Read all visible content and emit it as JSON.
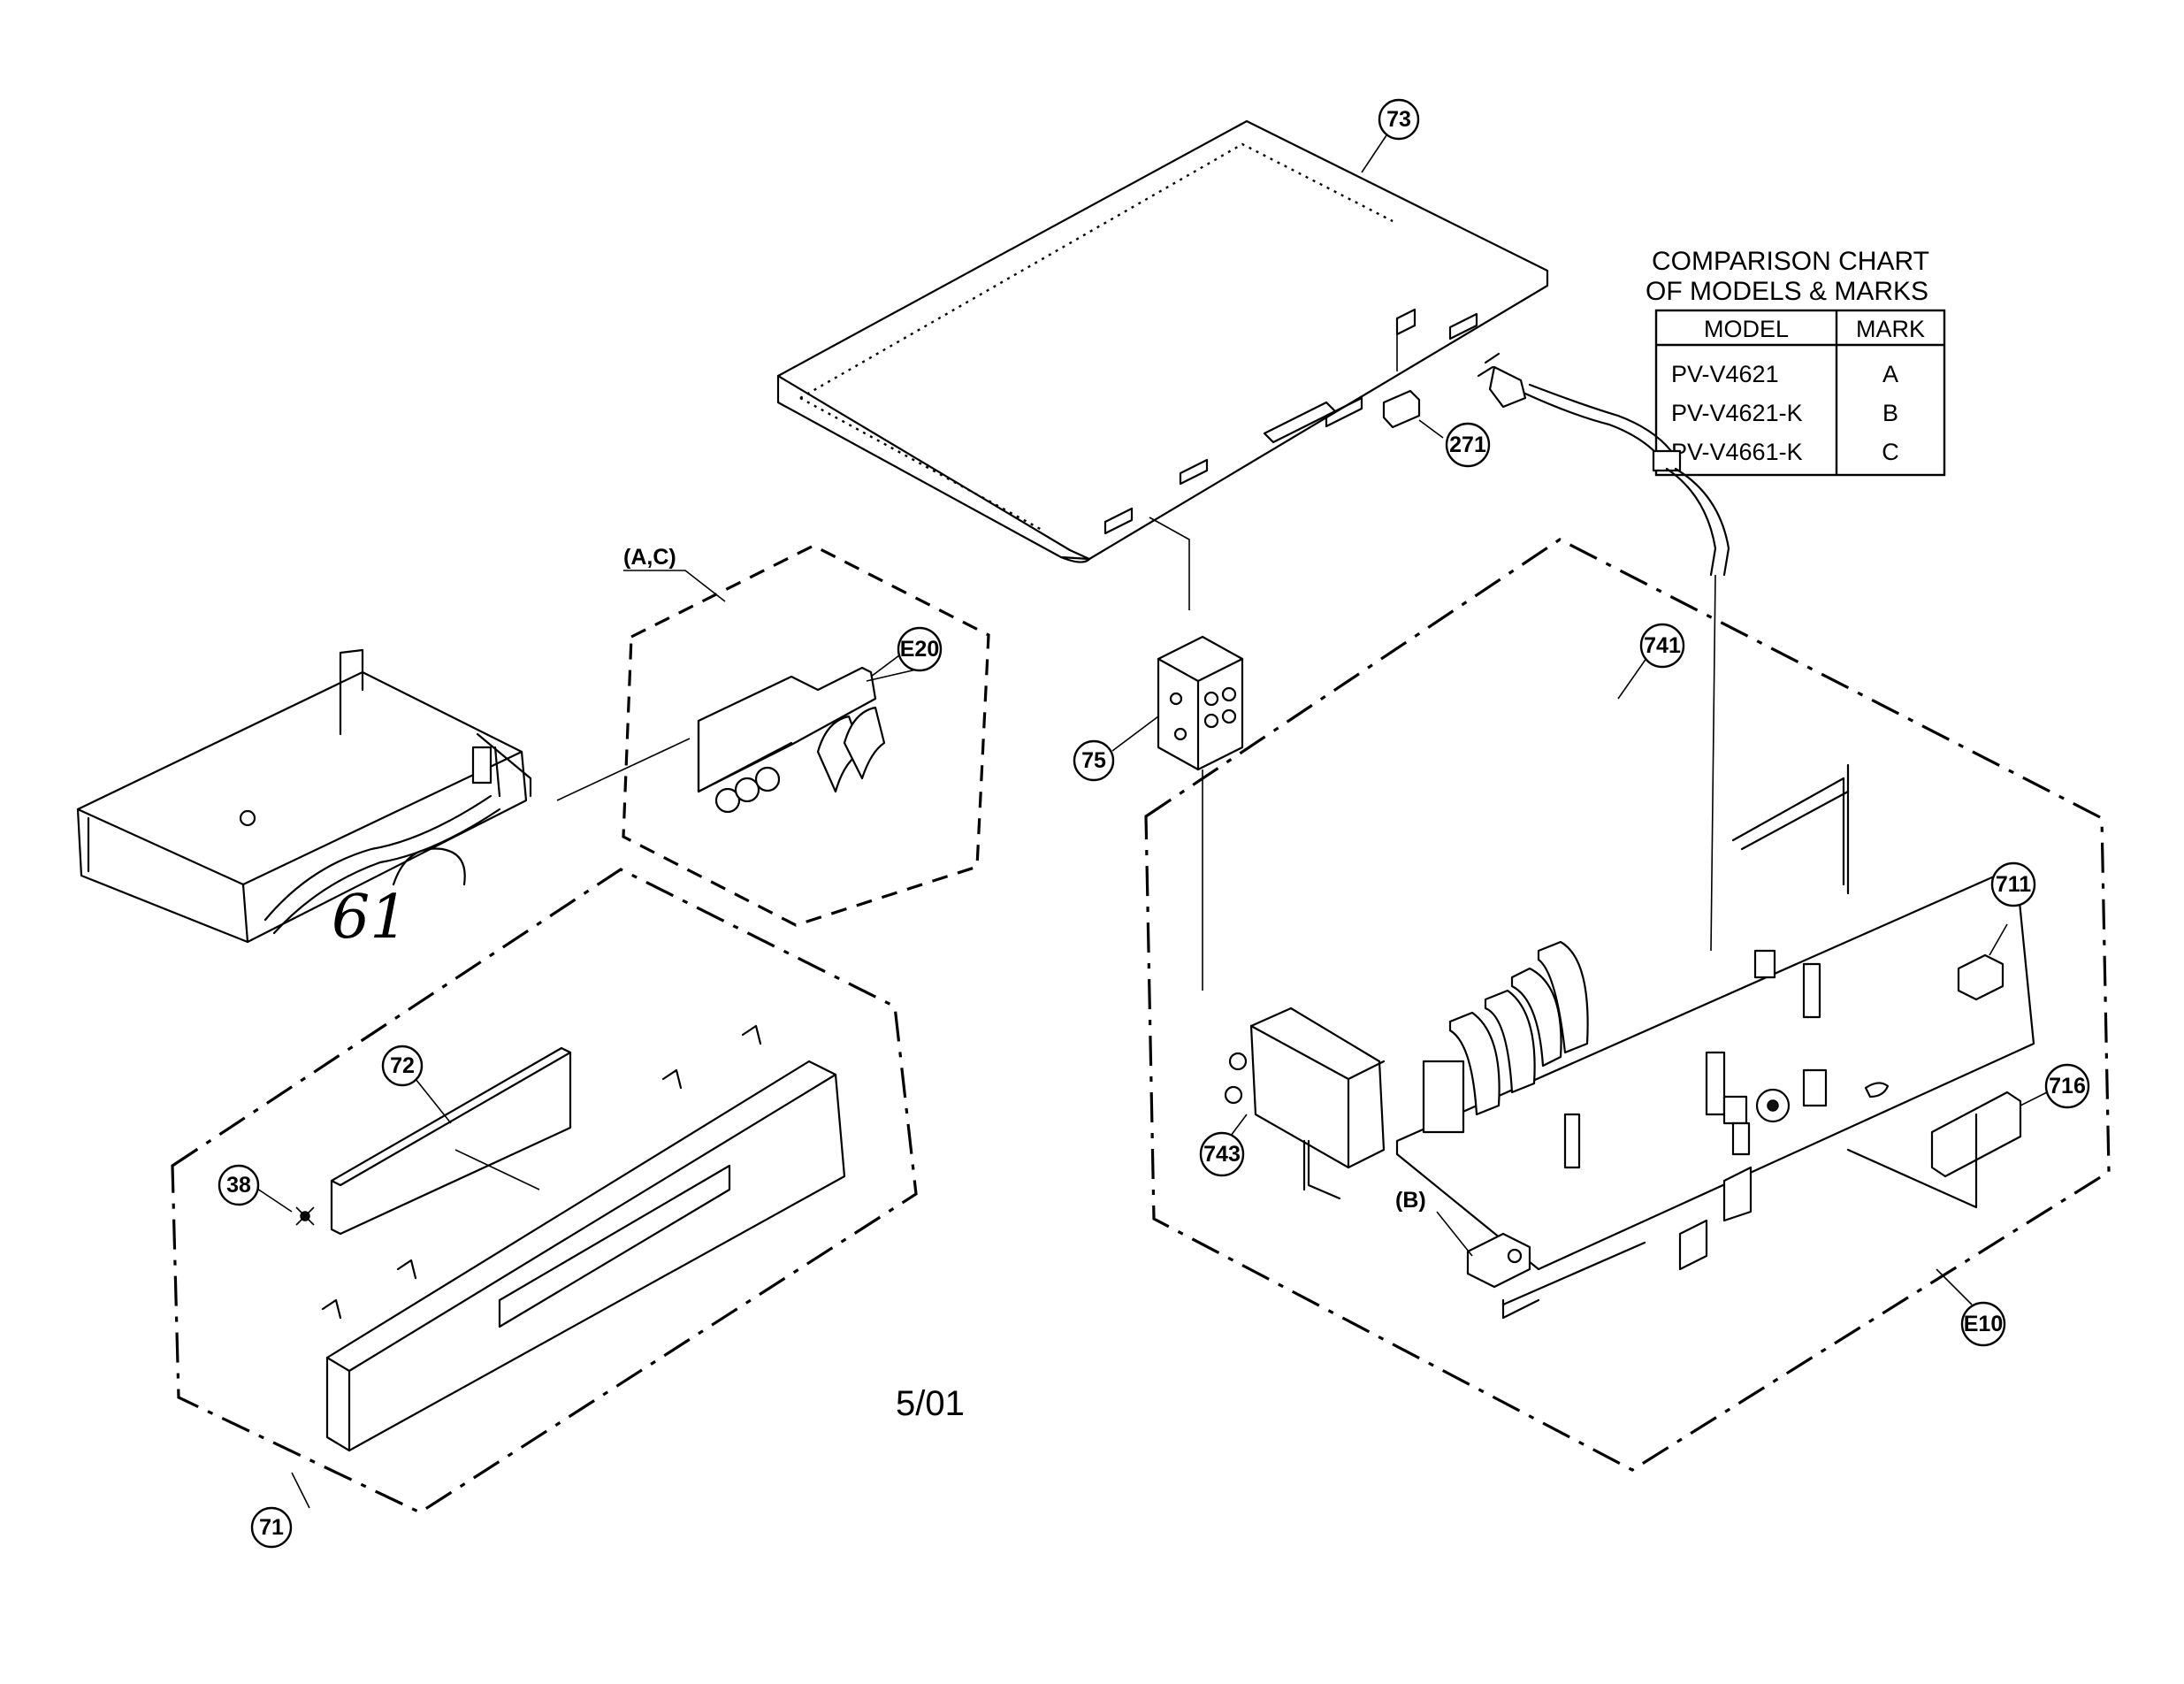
{
  "comparison_chart": {
    "title_line1": "COMPARISON CHART",
    "title_line2": "OF MODELS & MARKS",
    "header_model": "MODEL",
    "header_mark": "MARK",
    "rows": [
      {
        "model": "PV-V4621",
        "mark": "A"
      },
      {
        "model": "PV-V4621-K",
        "mark": "B"
      },
      {
        "model": "PV-V4661-K",
        "mark": "C"
      }
    ]
  },
  "callouts": {
    "c73": "73",
    "c271": "271",
    "c75": "75",
    "c741": "741",
    "c711": "711",
    "c716": "716",
    "c743": "743",
    "cE10": "E10",
    "cE20": "E20",
    "c72": "72",
    "c38": "38",
    "c71": "71"
  },
  "group_tags": {
    "ac": "(A,C)",
    "b": "(B)"
  },
  "handwritten_number": "61",
  "date_code": "5/01"
}
